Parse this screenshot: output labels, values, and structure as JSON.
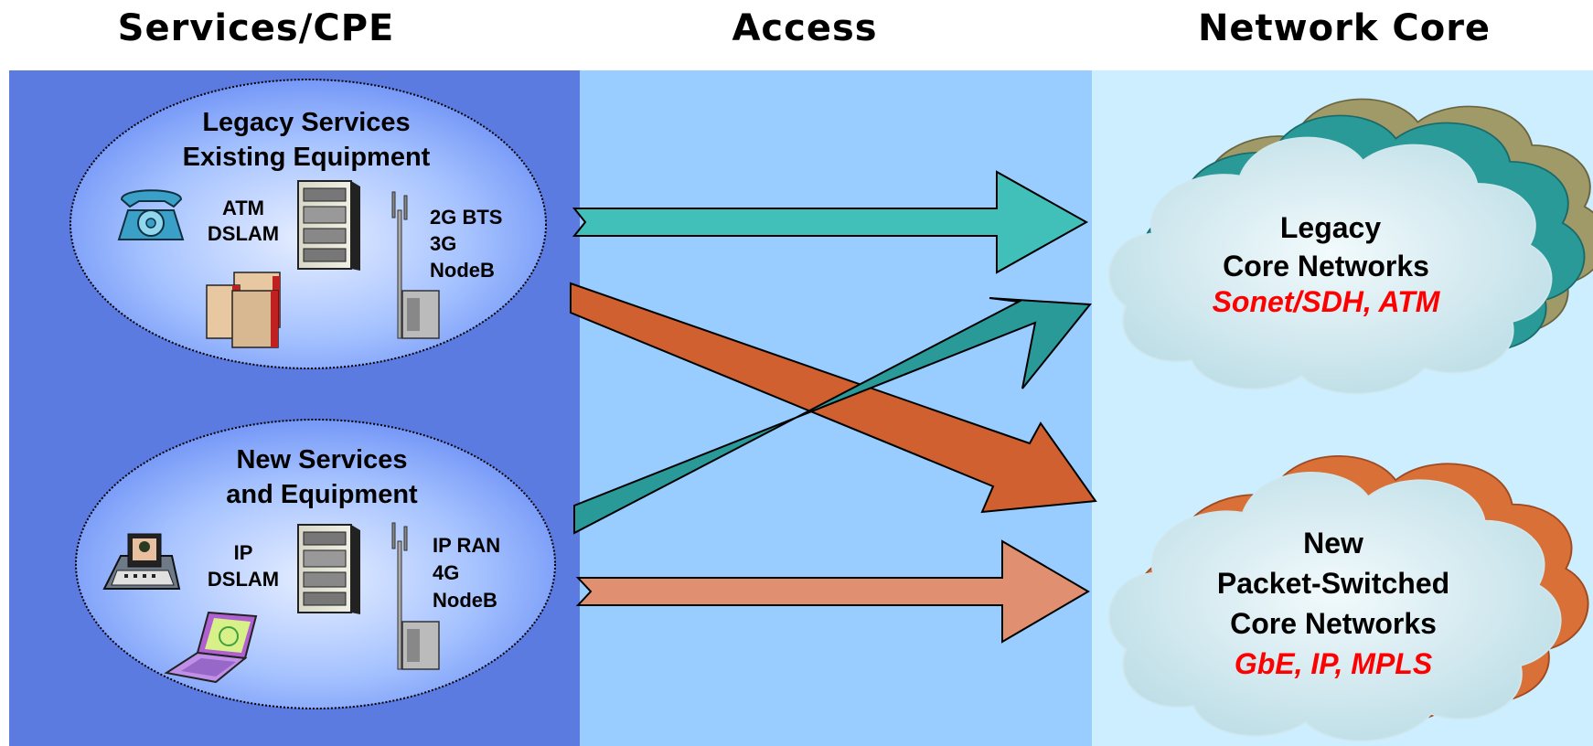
{
  "columns": {
    "services": "Services/CPE",
    "access": "Access",
    "core": "Network Core"
  },
  "legacy_group": {
    "title_1": "Legacy Services",
    "title_2": "Existing Equipment",
    "dslam_1": "ATM",
    "dslam_2": "DSLAM",
    "radio_1": "2G BTS",
    "radio_2": "3G",
    "radio_3": "NodeB"
  },
  "new_group": {
    "title_1": "New Services",
    "title_2": "and Equipment",
    "dslam_1": "IP",
    "dslam_2": "DSLAM",
    "radio_1": "IP RAN",
    "radio_2": "4G",
    "radio_3": "NodeB"
  },
  "legacy_core": {
    "line_1": "Legacy",
    "line_2": "Core Networks",
    "tech": "Sonet/SDH, ATM"
  },
  "new_core": {
    "line_1": "New",
    "line_2": "Packet-Switched",
    "line_3": "Core Networks",
    "tech": "GbE, IP, MPLS"
  },
  "colors": {
    "services_bg": "#5b7be0",
    "access_bg": "#99ccff",
    "core_bg": "#cceeff",
    "teal_arrow": "#40c0b8",
    "dark_teal_arrow": "#2a9a98",
    "orange_arrow": "#d06030",
    "light_orange_arrow": "#e09070",
    "core_text_red": "#ff0000"
  }
}
